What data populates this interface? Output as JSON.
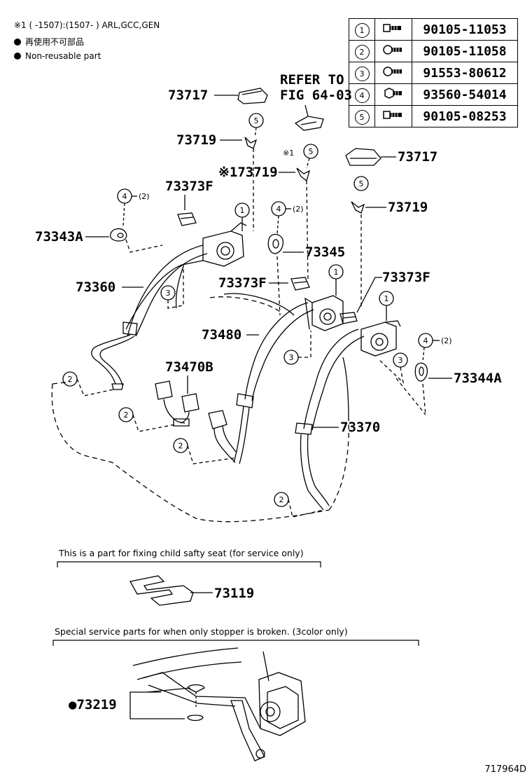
{
  "header": {
    "note_applicability": "※1 (       -1507):(1507-       ) ARL,GCC,GEN",
    "note_jp": "再使用不可部品",
    "note_en": "Non-reusable part"
  },
  "fastener_table": [
    {
      "key": "1",
      "icon": "bolt-icon",
      "part": "90105-11053"
    },
    {
      "key": "2",
      "icon": "bolt-icon",
      "part": "90105-11058"
    },
    {
      "key": "3",
      "icon": "bolt-icon",
      "part": "91553-80612"
    },
    {
      "key": "4",
      "icon": "nut-icon",
      "part": "93560-54014"
    },
    {
      "key": "5",
      "icon": "bolt-icon",
      "part": "90105-08253"
    }
  ],
  "refer": {
    "line1": "REFER TO",
    "line2": "FIG 64-03"
  },
  "callouts": {
    "p73717_a": "73717",
    "p73717_b": "73717",
    "p73719_a": "73719",
    "p73719_b": "※173719",
    "p73719_c": "73719",
    "p73373F_a": "73373F",
    "p73373F_b": "73373F",
    "p73373F_c": "73373F",
    "p73343A": "73343A",
    "p73345": "73345",
    "p73360": "73360",
    "p73480": "73480",
    "p73470B": "73470B",
    "p73370": "73370",
    "p73344A": "73344A",
    "p73119": "73119",
    "p73219": "●73219"
  },
  "keys": {
    "one": "1",
    "two": "2",
    "three": "3",
    "four": "4",
    "five": "5",
    "qty2": "(2)",
    "mark1": "※1"
  },
  "captions": {
    "child_seat": "This is a part for fixing child safty seat (for service only)",
    "stopper": "Special service parts for when only stopper is broken. (3color only)"
  },
  "figure_code": "717964D"
}
